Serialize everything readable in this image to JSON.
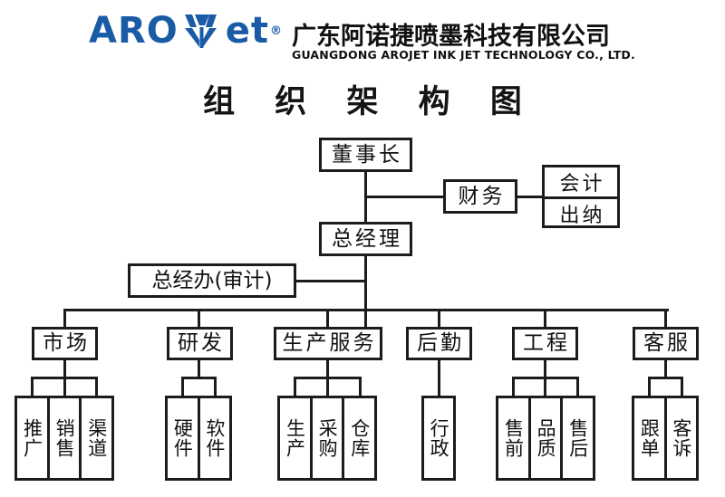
{
  "header": {
    "logo_text_left": "ARO",
    "logo_text_right": "et",
    "logo_mark": "arrow-leaf-mark",
    "logo_registered": "®",
    "company_cn": "广东阿诺捷喷墨科技有限公司",
    "company_en": "GUANGDONG AROJET INK JET TECHNOLOGY CO., LTD.",
    "brand_color": "#1a5ba6"
  },
  "title": "组 织 架 构 图",
  "chart": {
    "chairman": "董事长",
    "finance": "财务",
    "finance_children": [
      "会计",
      "出纳"
    ],
    "general_manager": "总经理",
    "gm_office": "总经办(审计)",
    "departments": [
      {
        "name": "市场",
        "children": [
          "推广",
          "销售",
          "渠道"
        ]
      },
      {
        "name": "研发",
        "children": [
          "硬件",
          "软件"
        ]
      },
      {
        "name": "生产服务",
        "children": [
          "生产",
          "采购",
          "仓库"
        ]
      },
      {
        "name": "后勤",
        "children": [
          "行政"
        ]
      },
      {
        "name": "工程",
        "children": [
          "售前",
          "品质",
          "售后"
        ]
      },
      {
        "name": "客服",
        "children": [
          "跟单",
          "客诉"
        ]
      }
    ]
  },
  "colors": {
    "line": "#1c1c1c",
    "text": "#111111",
    "background": "#ffffff"
  }
}
